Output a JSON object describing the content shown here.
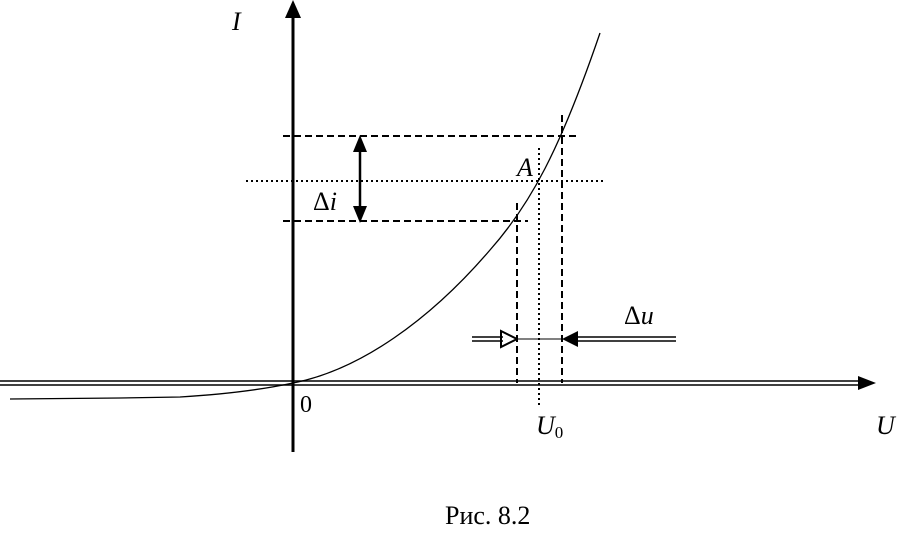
{
  "diagram": {
    "axis_labels": {
      "current": "I",
      "voltage": "U"
    },
    "origin_label": "0",
    "point_label": "A",
    "operating_voltage_label": {
      "base": "U",
      "subscript": "0"
    },
    "delta_i_label": {
      "symbol": "Δ",
      "var": "i"
    },
    "delta_u_label": {
      "symbol": "Δ",
      "var": "u"
    }
  },
  "caption": "Рис. 8.2"
}
